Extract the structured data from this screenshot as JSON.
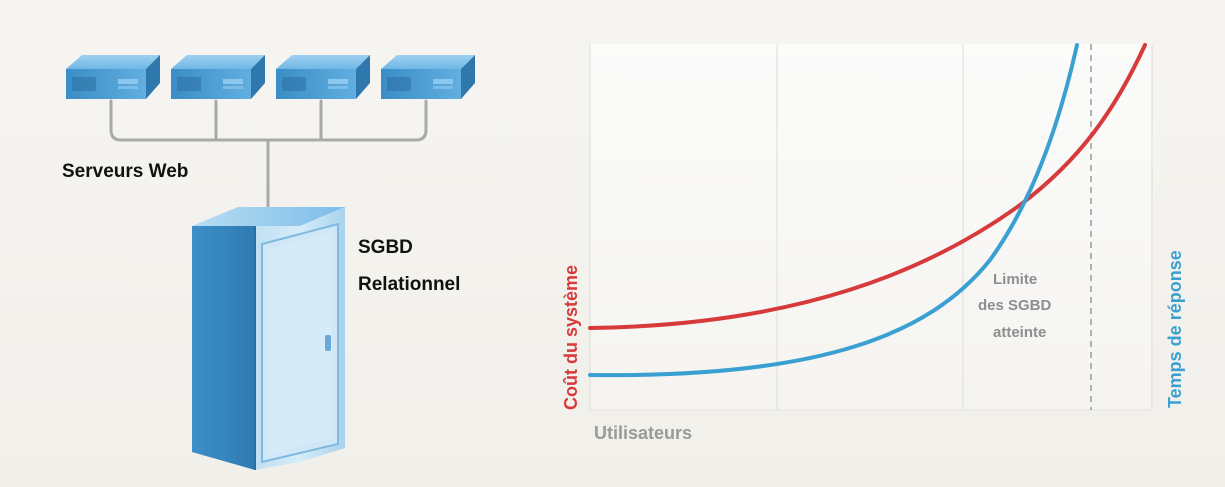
{
  "left_diagram": {
    "web_servers_label": "Serveurs Web",
    "database_label_line1": "SGBD",
    "database_label_line2": "Relationnel",
    "server_count": 4
  },
  "chart": {
    "cost_label": "Coût du système",
    "response_label": "Temps de réponse",
    "x_axis_label": "Utilisateurs",
    "limit_label_line1": "Limite",
    "limit_label_line2": "des SGBD",
    "limit_label_line3": "atteinte"
  },
  "colors": {
    "cost_curve": "#d63a3a",
    "response_curve": "#3aa0d2",
    "axis_text": "#9a9a9a",
    "server_blue": "#5aaad8"
  }
}
